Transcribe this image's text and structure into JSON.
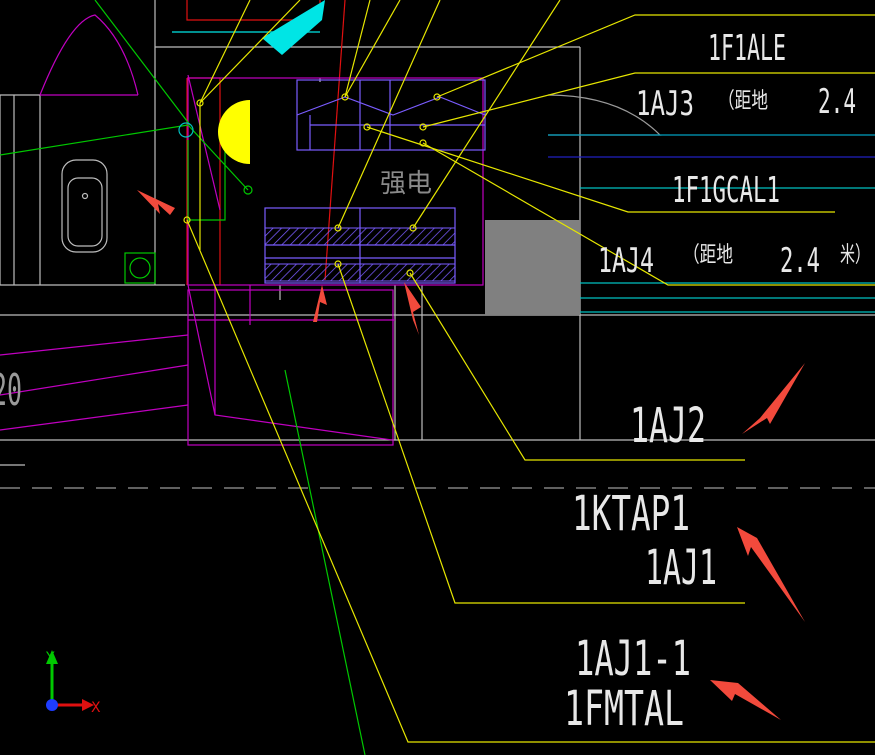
{
  "colors": {
    "background": "#000000",
    "white_line": "#c8c8c8",
    "yellow": "#e6e600",
    "magenta": "#c000c0",
    "purple": "#7a5cff",
    "green": "#00c800",
    "cyan": "#00c0c0",
    "red": "#e01010",
    "gray_block": "#808080",
    "annotation_arrow": "#f24a3c",
    "text": "#e8e8e8"
  },
  "labels": {
    "f1ale": "1F1ALE",
    "aj3": "1AJ3",
    "aj3_note_open": "（距地",
    "aj3_height": "2.4",
    "f1gcal1": "1F1GCAL1",
    "aj4": "1AJ4",
    "aj4_note_open": "（距地",
    "aj4_height": "2.4",
    "aj4_unit": "米）",
    "room_name": "强电",
    "aj2": "1AJ2",
    "ktap1": "1KTAP1",
    "aj1": "1AJ1",
    "aj1_1": "1AJ1-1",
    "fmtal": "1FMTAL",
    "left_fragment": "20"
  },
  "ucs": {
    "y_label": "Y",
    "x_label": "X",
    "icon": "ucs-axis-icon"
  }
}
